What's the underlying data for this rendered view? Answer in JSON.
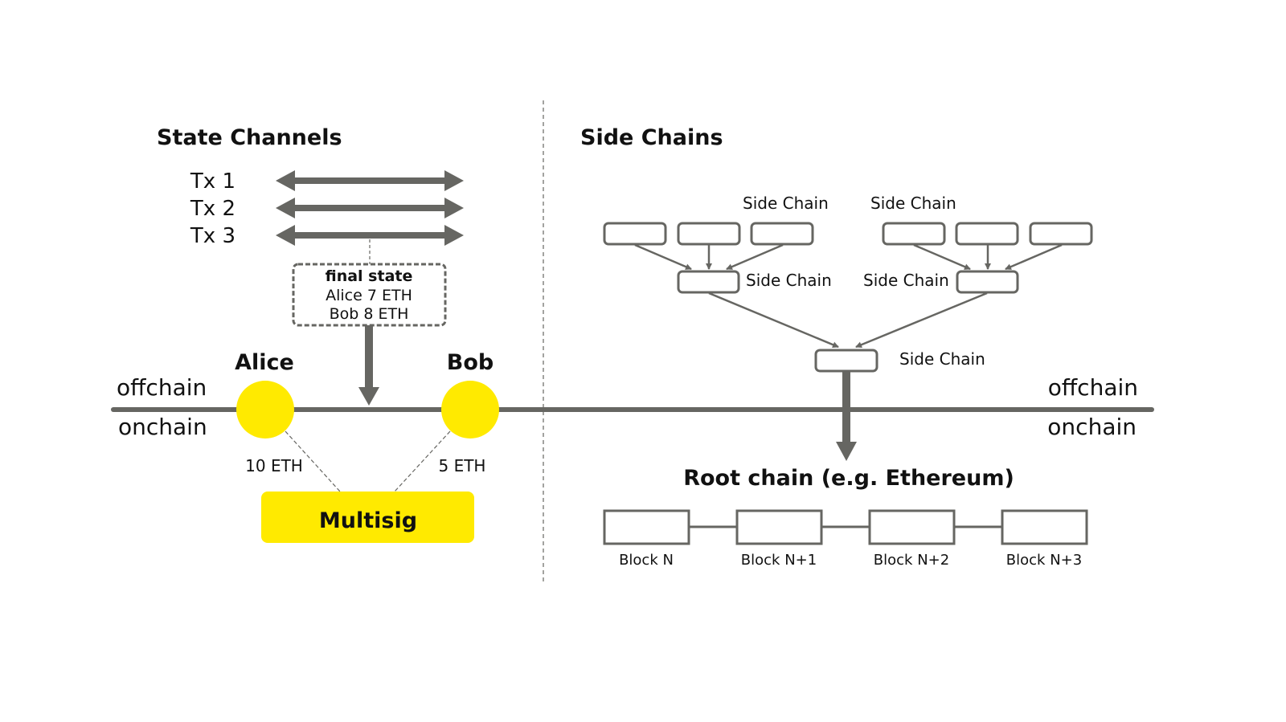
{
  "colors": {
    "gray": "#666662",
    "yellow": "#ffea00",
    "text": "#111111"
  },
  "state_channels": {
    "title": "State Channels",
    "transactions": [
      "Tx 1",
      "Tx 2",
      "Tx 3"
    ],
    "final_state": {
      "title": "final state",
      "lines": [
        "Alice 7 ETH",
        "Bob 8 ETH"
      ]
    },
    "alice": "Alice",
    "bob": "Bob",
    "alice_deposit": "10 ETH",
    "bob_deposit": "5 ETH",
    "multisig": "Multisig"
  },
  "layers": {
    "offchain": "offchain",
    "onchain": "onchain"
  },
  "side_chains": {
    "title": "Side Chains",
    "label": "Side Chain",
    "root_title": "Root chain (e.g. Ethereum)",
    "blocks": [
      "Block N",
      "Block N+1",
      "Block N+2",
      "Block N+3"
    ]
  }
}
